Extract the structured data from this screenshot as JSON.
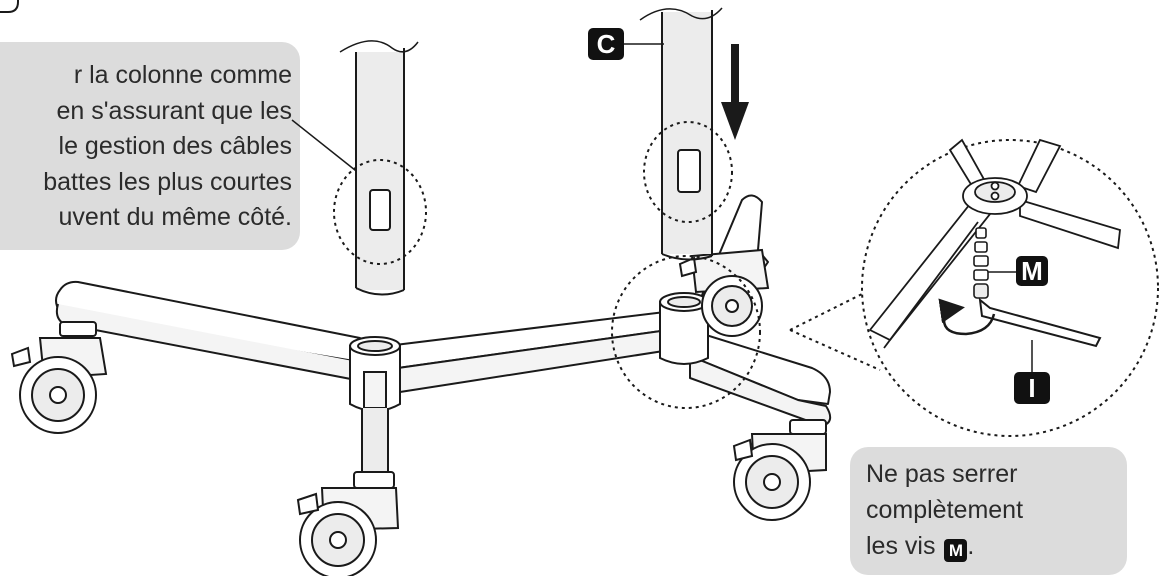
{
  "callouts": {
    "column_instruction": {
      "lines": [
        "r la colonne comme",
        "en s'assurant que les",
        "le gestion des câbles",
        "battes les plus courtes",
        "uvent du même côté."
      ]
    },
    "screw_warning": {
      "line1": "Ne pas serrer",
      "line2": "complètement",
      "line3_prefix": "les vis",
      "line3_badge": "M",
      "line3_suffix": "."
    }
  },
  "part_labels": {
    "column": "C",
    "screw": "M",
    "hex_key": "I"
  },
  "colors": {
    "callout_background": "#dcdcdc",
    "label_background": "#111111",
    "line_art": "#1a1a1a",
    "column_fill": "#ececec"
  },
  "icons": {
    "direction": "down-arrow-icon",
    "rotation": "rotate-arrow-icon"
  }
}
